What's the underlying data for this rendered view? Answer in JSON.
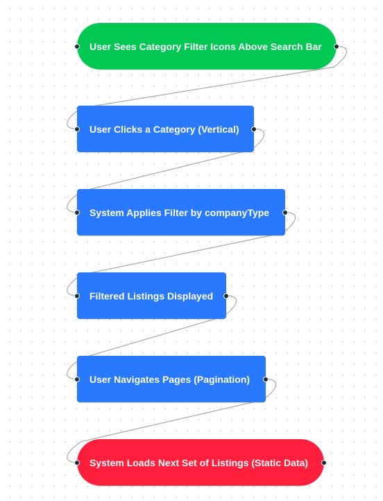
{
  "colors": {
    "start": "#00c853",
    "process": "#2979ff",
    "end": "#ff1f3d",
    "edge": "#a8a8a8"
  },
  "nodes": [
    {
      "id": "n1",
      "label": "User Sees Category Filter Icons Above Search Bar",
      "kind": "start"
    },
    {
      "id": "n2",
      "label": "User Clicks a Category (Vertical)",
      "kind": "process"
    },
    {
      "id": "n3",
      "label": "System Applies Filter by companyType",
      "kind": "process"
    },
    {
      "id": "n4",
      "label": "Filtered Listings Displayed",
      "kind": "process"
    },
    {
      "id": "n5",
      "label": "User Navigates Pages (Pagination)",
      "kind": "process"
    },
    {
      "id": "n6",
      "label": "System Loads Next Set of Listings (Static Data)",
      "kind": "end"
    }
  ],
  "edges": [
    {
      "from": "n1",
      "to": "n2"
    },
    {
      "from": "n2",
      "to": "n3"
    },
    {
      "from": "n3",
      "to": "n4"
    },
    {
      "from": "n4",
      "to": "n5"
    },
    {
      "from": "n5",
      "to": "n6"
    }
  ]
}
